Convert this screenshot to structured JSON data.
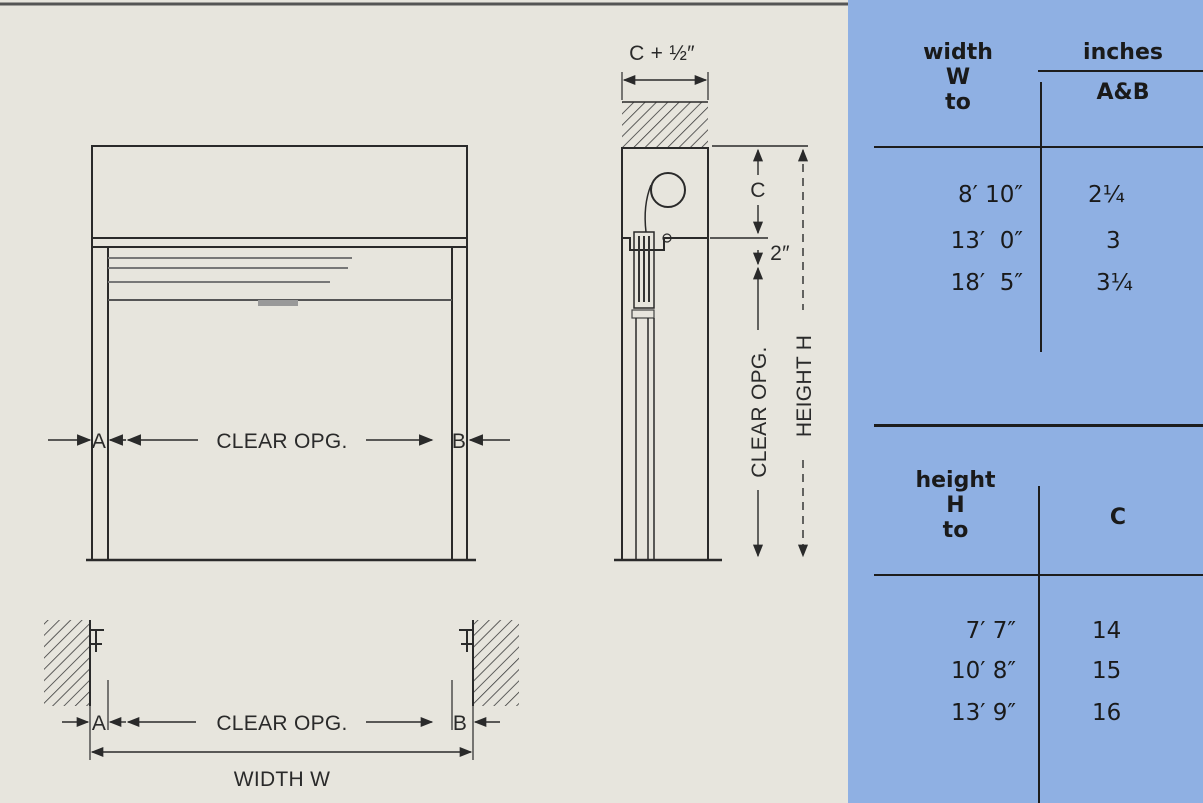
{
  "drawing": {
    "front_view": {
      "label_a": "A",
      "label_b": "B",
      "clear_opening": "CLEAR OPG."
    },
    "section_view": {
      "top_dim": "C + ½″",
      "label_c": "C",
      "gap": "2″",
      "clear_opening": "CLEAR OPG.",
      "height": "HEIGHT H"
    },
    "plan_view": {
      "label_a": "A",
      "label_b": "B",
      "clear_opening": "CLEAR OPG.",
      "width": "WIDTH W"
    }
  },
  "table_width": {
    "header_left": [
      "width",
      "W",
      "to"
    ],
    "header_right_top": "inches",
    "header_right_sub": "A&B",
    "rows": [
      {
        "width": "8′ 10″",
        "ab": "2¼"
      },
      {
        "width": "13′  0″",
        "ab": "3"
      },
      {
        "width": "18′  5″",
        "ab": "3¼"
      }
    ]
  },
  "table_height": {
    "header_left": [
      "height",
      "H",
      "to"
    ],
    "header_right": "C",
    "rows": [
      {
        "height": "7′ 7″",
        "c": "14"
      },
      {
        "height": "10′ 8″",
        "c": "15"
      },
      {
        "height": "13′ 9″",
        "c": "16"
      }
    ]
  },
  "colors": {
    "panel": "#8fb0e3",
    "paper": "#e7e5dd",
    "ink": "#1d1d1d"
  }
}
